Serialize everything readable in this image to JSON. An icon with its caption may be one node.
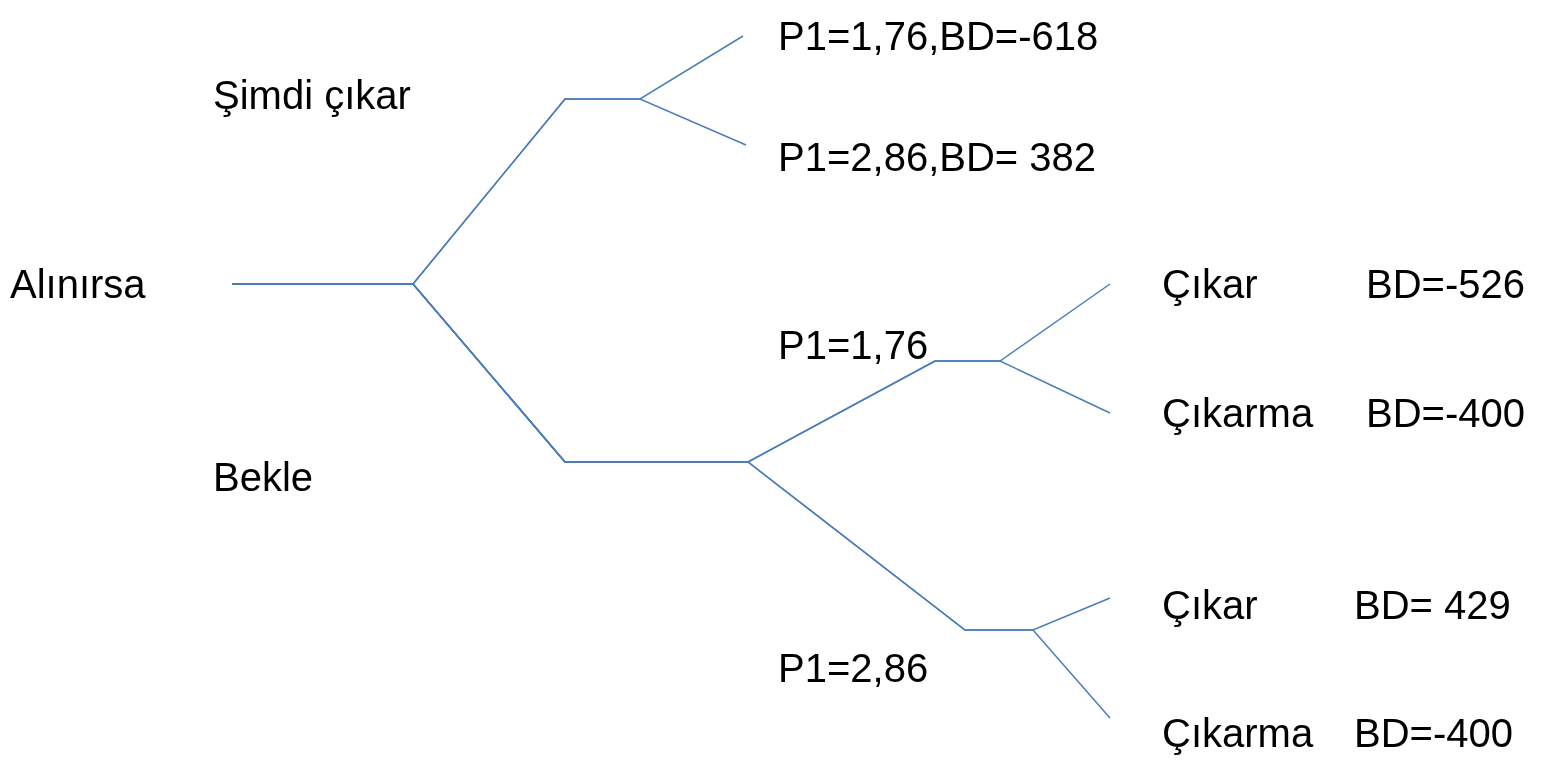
{
  "diagram": {
    "nodes": [
      {
        "text": [
          "Alınırsa"
        ]
      },
      {
        "text": [
          "P1=1,76,BD=-618"
        ]
      },
      {
        "text": [
          "P1=2,86,BD= 382"
        ]
      },
      {
        "text": [
          "Çıkar",
          "BD=-526"
        ]
      },
      {
        "text": [
          "Çıkarma",
          "BD=-400"
        ]
      },
      {
        "text": [
          "Çıkar",
          "BD= 429"
        ]
      },
      {
        "text": [
          "Çıkarma",
          "BD=-400"
        ]
      }
    ],
    "edges": [
      {
        "from": 0,
        "to": 1,
        "arrow": "none"
      },
      {
        "from": 0,
        "to": 2,
        "arrow": "none"
      },
      {
        "from": 0,
        "to": 3,
        "arrow": "none"
      },
      {
        "from": 0,
        "to": 4,
        "arrow": "none"
      },
      {
        "from": 0,
        "to": 5,
        "arrow": "none"
      },
      {
        "from": 0,
        "to": 6,
        "arrow": "none"
      }
    ],
    "labels": [
      "Şimdi çıkar",
      "Bekle",
      "P1=1,76",
      "P1=2,86"
    ]
  }
}
